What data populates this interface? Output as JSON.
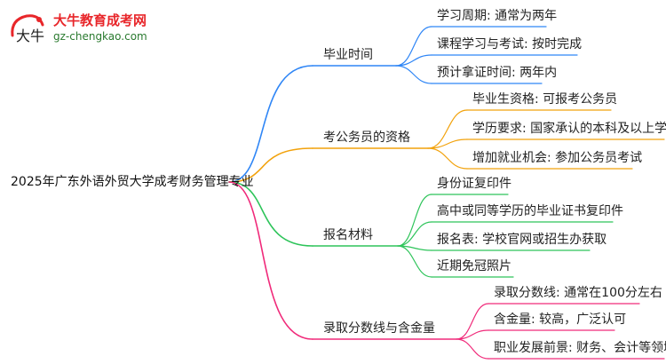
{
  "logo": {
    "title": "大牛教育成考网",
    "url": "gz-chengkao.com",
    "mark_text": "大牛"
  },
  "root": {
    "label": "2025年广东外语外贸大学成考财务管理专业"
  },
  "branches": [
    {
      "label": "毕业时间",
      "color": "#2f86f6",
      "children": [
        "学习周期: 通常为两年",
        "课程学习与考试: 按时完成",
        "预计拿证时间: 两年内"
      ]
    },
    {
      "label": "考公务员的资格",
      "color": "#f2a20c",
      "children": [
        "毕业生资格: 可报考公务员",
        "学历要求: 国家承认的本科及以上学历",
        "增加就业机会: 参加公务员考试"
      ]
    },
    {
      "label": "报名材料",
      "color": "#2ec45a",
      "children": [
        "身份证复印件",
        "高中或同等学历的毕业证书复印件",
        "报名表: 学校官网或招生办获取",
        "近期免冠照片"
      ]
    },
    {
      "label": "录取分数线与含金量",
      "color": "#f02a7a",
      "children": [
        "录取分数线: 通常在100分左右",
        "含金量: 较高，广泛认可",
        "职业发展前景: 财务、会计等领域"
      ]
    }
  ]
}
